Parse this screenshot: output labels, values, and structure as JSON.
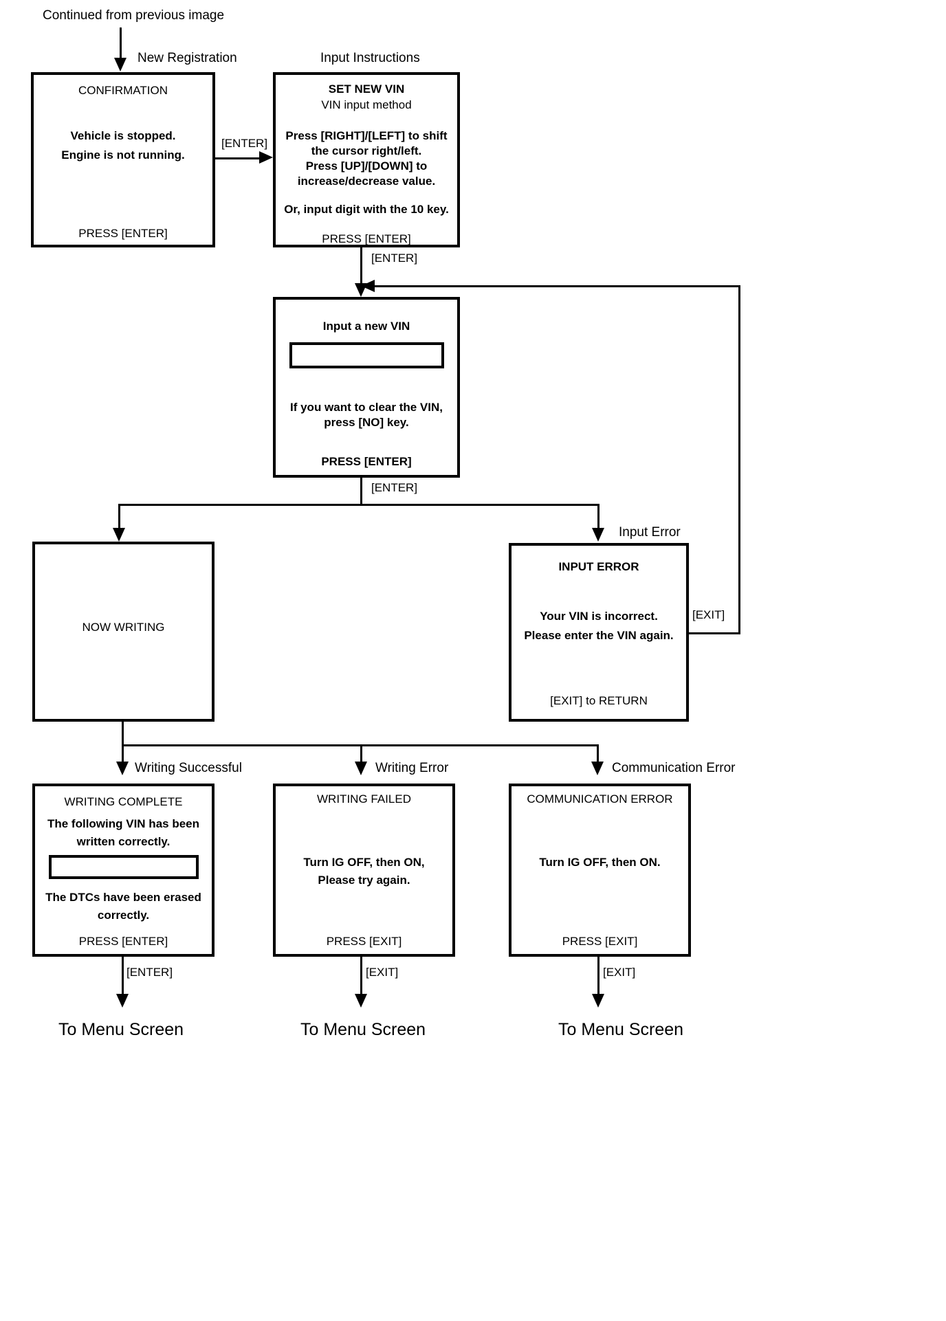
{
  "diagram": {
    "top_note": "Continued from previous image",
    "captions": {
      "new_registration": "New Registration",
      "input_instructions": "Input Instructions",
      "input_error": "Input Error",
      "writing_successful": "Writing Successful",
      "writing_error": "Writing Error",
      "communication_error": "Communication Error"
    },
    "edges": {
      "confirm_to_instructions": "[ENTER]",
      "instructions_to_vin": "[ENTER]",
      "vin_branch": "[ENTER]",
      "error_exit_return": "[EXIT]",
      "complete_to_menu": "[ENTER]",
      "failed_to_menu": "[EXIT]",
      "comm_to_menu": "[EXIT]"
    },
    "terminals": {
      "menu_left": "To Menu Screen",
      "menu_middle": "To Menu Screen",
      "menu_right": "To Menu Screen"
    },
    "screens": {
      "confirmation": {
        "title": "CONFIRMATION",
        "line1": "Vehicle is stopped.",
        "line2": "Engine is not running.",
        "footer": "PRESS [ENTER]"
      },
      "set_new_vin": {
        "title": "SET NEW VIN",
        "subtitle": "VIN input method",
        "body1": "Press [RIGHT]/[LEFT] to shift\nthe cursor right/left.\nPress [UP]/[DOWN] to\nincrease/decrease value.",
        "body2": "Or, input digit with the 10 key.",
        "footer": "PRESS [ENTER]"
      },
      "input_new_vin": {
        "title": "Input a new VIN",
        "field_value": "",
        "body": "If you want to clear the VIN,\npress [NO] key.",
        "footer": "PRESS [ENTER]"
      },
      "now_writing": {
        "title": "NOW WRITING"
      },
      "input_error": {
        "title": "INPUT ERROR",
        "line1": "Your VIN is incorrect.",
        "line2": "Please enter the VIN again.",
        "footer": "[EXIT] to RETURN"
      },
      "writing_complete": {
        "title": "WRITING COMPLETE",
        "line1": "The following VIN has been",
        "line2": "written correctly.",
        "field_value": "",
        "line3": "The DTCs have been erased",
        "line4": "correctly.",
        "footer": "PRESS [ENTER]"
      },
      "writing_failed": {
        "title": "WRITING FAILED",
        "line1": "Turn IG OFF, then ON,",
        "line2": "Please try again.",
        "footer": "PRESS [EXIT]"
      },
      "communication_error": {
        "title": "COMMUNICATION ERROR",
        "line1": "Turn IG OFF, then ON.",
        "footer": "PRESS [EXIT]"
      }
    },
    "colors": {
      "stroke": "#000000",
      "background": "#ffffff"
    }
  }
}
